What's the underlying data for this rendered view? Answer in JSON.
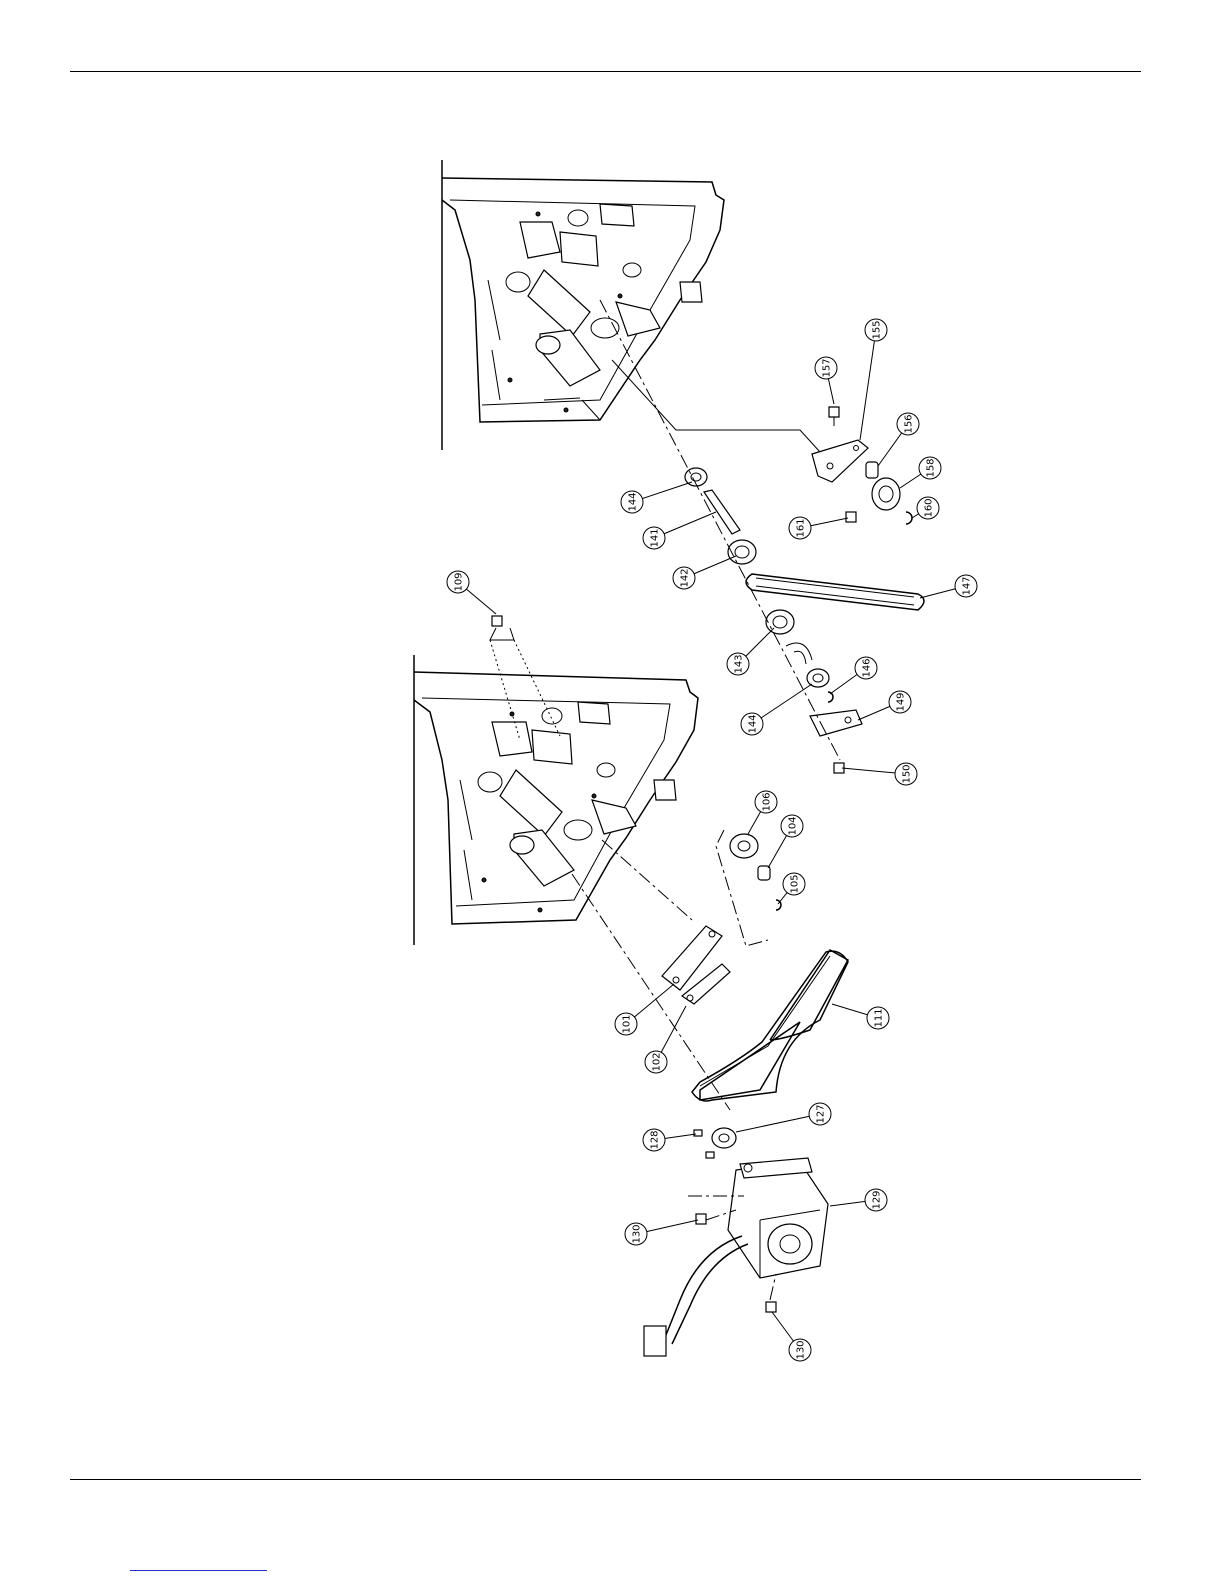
{
  "labels": [
    "157",
    "155",
    "156",
    "158",
    "160",
    "161",
    "144",
    "141",
    "142",
    "147",
    "109",
    "143",
    "146",
    "144",
    "149",
    "150",
    "106",
    "104",
    "105",
    "101",
    "102",
    "111",
    "127",
    "128",
    "129",
    "130",
    "130"
  ]
}
